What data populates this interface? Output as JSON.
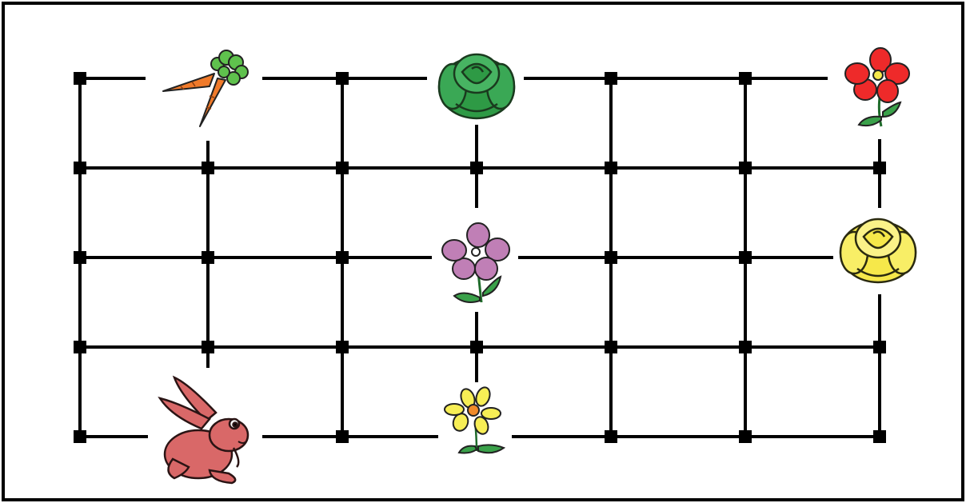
{
  "diagram": {
    "type": "grid-path-puzzle",
    "grid": {
      "columns": 7,
      "rows": 5
    },
    "colors": {
      "line": "#000000",
      "frame": "#000000",
      "background": "#ffffff",
      "carrot": "#f07a2a",
      "carrot_leaves": "#5fc14d",
      "cabbage": "#2e9a45",
      "red_flower": "#ee2a2a",
      "purple_flower": "#c07fb6",
      "yellow_rose": "#f6e84a",
      "yellow_flower": "#f7ee55",
      "flower_center": "#f08a2a",
      "rabbit": "#d96868",
      "stem": "#3aa14a"
    },
    "pictures": [
      {
        "icon": "carrot-icon",
        "col": 1,
        "row": 0
      },
      {
        "icon": "cabbage-icon",
        "col": 3,
        "row": 0
      },
      {
        "icon": "red-flower-icon",
        "col": 6,
        "row": 0
      },
      {
        "icon": "purple-flower-icon",
        "col": 3,
        "row": 2
      },
      {
        "icon": "yellow-rose-icon",
        "col": 6,
        "row": 2
      },
      {
        "icon": "rabbit-icon",
        "col": 1,
        "row": 4
      },
      {
        "icon": "yellow-flower-icon",
        "col": 3,
        "row": 4
      }
    ]
  }
}
